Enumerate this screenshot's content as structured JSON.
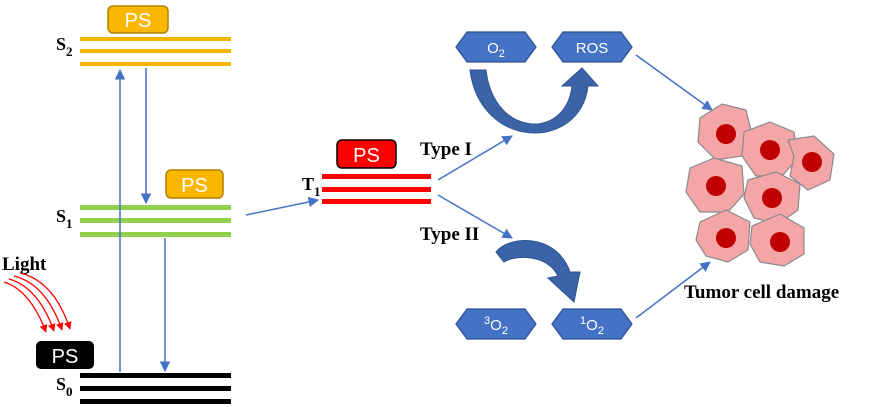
{
  "levels": {
    "s2": {
      "letter": "S",
      "sub": "2",
      "ps_label": "PS"
    },
    "s1": {
      "letter": "S",
      "sub": "1",
      "ps_label": "PS"
    },
    "s0": {
      "letter": "S",
      "sub": "0",
      "ps_label": "PS"
    },
    "t1": {
      "letter": "T",
      "sub": "1",
      "ps_label": "PS"
    }
  },
  "light_label": "Light",
  "type1_label": "Type I",
  "type2_label": "Type II",
  "hexagons": {
    "o2": {
      "base": "O",
      "sub": "2",
      "sup": ""
    },
    "ros": {
      "base": "ROS",
      "sub": "",
      "sup": ""
    },
    "triplet_o2": {
      "base": "O",
      "sub": "2",
      "sup": "3"
    },
    "singlet_o2": {
      "base": "O",
      "sub": "2",
      "sup": "1"
    }
  },
  "tumor_label": "Tumor cell damage",
  "colors": {
    "s2_level": "#f5b400",
    "s1_level": "#92d050",
    "s0_level": "#000000",
    "t1_level": "#ff0000",
    "ps_s2_fill": "#f9b700",
    "ps_s1_fill": "#f9b700",
    "ps_s0_fill": "#000000",
    "ps_t1_fill": "#ff0000",
    "arrow": "#4472c4",
    "hexagon": "#4472c4",
    "curved_arrow": "#3b63a8",
    "cell_fill": "#f4a6a6",
    "nucleus": "#c00000",
    "light_arrows": "#ff0000"
  }
}
